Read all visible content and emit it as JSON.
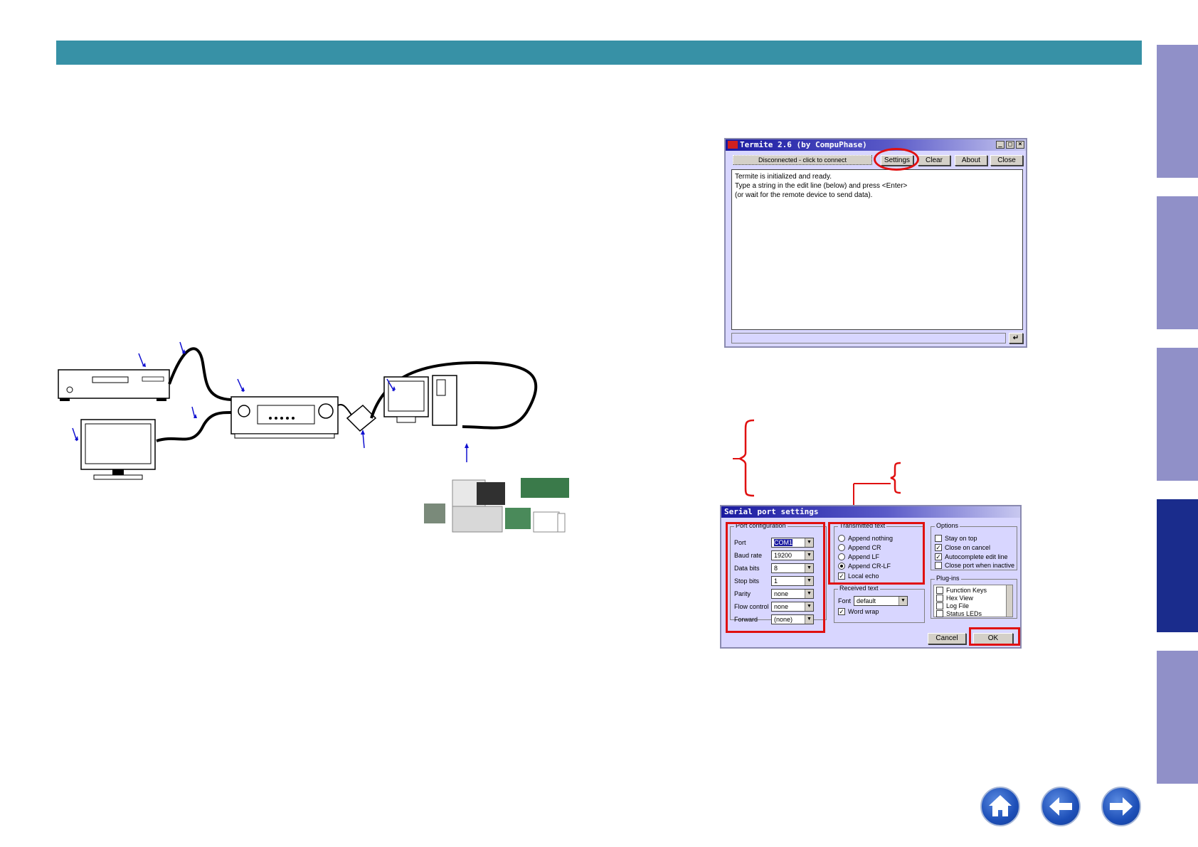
{
  "side_tabs": [
    {
      "id": "tab1",
      "active": false
    },
    {
      "id": "tab2",
      "active": false
    },
    {
      "id": "tab3",
      "active": false
    },
    {
      "id": "tab4",
      "active": true
    },
    {
      "id": "tab5",
      "active": false
    }
  ],
  "colors": {
    "banner": "#3791a6",
    "side_tab": "#9090c8",
    "side_tab_active": "#1a2c8c",
    "highlight": "#e01010"
  },
  "termite_window": {
    "title": "Termite 2.6  (by CompuPhase)",
    "status": "Disconnected - click to connect",
    "buttons": {
      "settings": "Settings",
      "clear": "Clear",
      "about": "About",
      "close": "Close"
    },
    "log_lines": [
      "Termite is initialized and ready.",
      "Type a string in the edit line (below) and press <Enter>",
      "(or wait for the remote device to send data)."
    ],
    "enter_symbol": "↵"
  },
  "serial_dialog": {
    "title": "Serial port settings",
    "port_config": {
      "title": "Port configuration",
      "rows": [
        {
          "label": "Port",
          "value": "COM1"
        },
        {
          "label": "Baud rate",
          "value": "19200"
        },
        {
          "label": "Data bits",
          "value": "8"
        },
        {
          "label": "Stop bits",
          "value": "1"
        },
        {
          "label": "Parity",
          "value": "none"
        },
        {
          "label": "Flow control",
          "value": "none"
        },
        {
          "label": "Forward",
          "value": "(none)"
        }
      ]
    },
    "transmitted_text": {
      "title": "Transmitted text",
      "options": [
        {
          "label": "Append nothing",
          "selected": false
        },
        {
          "label": "Append CR",
          "selected": false
        },
        {
          "label": "Append LF",
          "selected": false
        },
        {
          "label": "Append CR-LF",
          "selected": true
        }
      ],
      "local_echo": {
        "label": "Local echo",
        "checked": true
      }
    },
    "received_text": {
      "title": "Received text",
      "font_label": "Font",
      "font_value": "default",
      "word_wrap": {
        "label": "Word wrap",
        "checked": true
      }
    },
    "options": {
      "title": "Options",
      "items": [
        {
          "label": "Stay on top",
          "checked": false
        },
        {
          "label": "Close on cancel",
          "checked": true
        },
        {
          "label": "Autocomplete edit line",
          "checked": true
        },
        {
          "label": "Close port when inactive",
          "checked": false
        }
      ]
    },
    "plugins": {
      "title": "Plug-ins",
      "items": [
        {
          "label": "Function Keys",
          "checked": false
        },
        {
          "label": "Hex View",
          "checked": false
        },
        {
          "label": "Log File",
          "checked": false
        },
        {
          "label": "Status LEDs",
          "checked": false
        }
      ]
    },
    "buttons": {
      "cancel": "Cancel",
      "ok": "OK"
    }
  },
  "nav": {
    "home": "home-icon",
    "back": "arrow-left-icon",
    "forward": "arrow-right-icon"
  }
}
